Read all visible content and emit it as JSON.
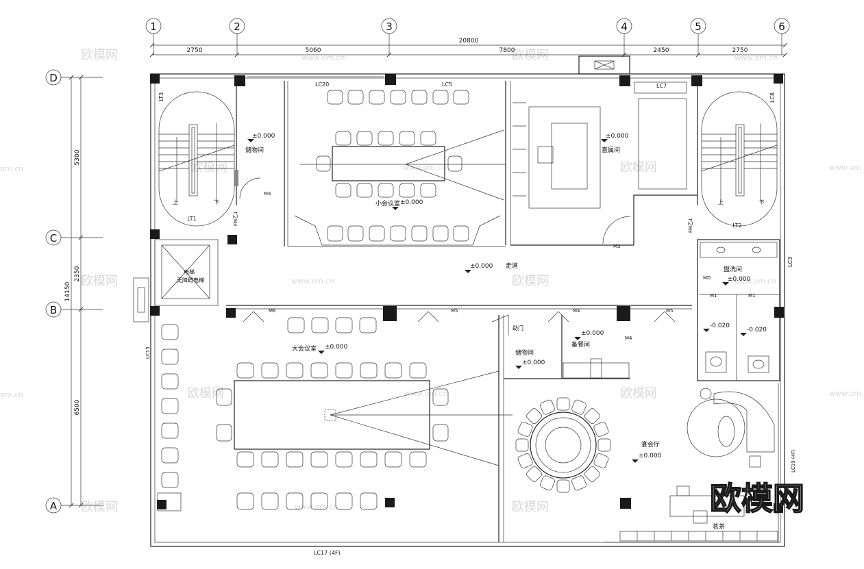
{
  "grid": {
    "columns": [
      "1",
      "2",
      "3",
      "4",
      "5",
      "6"
    ],
    "rows": [
      "D",
      "C",
      "B",
      "A"
    ]
  },
  "dimensions": {
    "top_total": "20800",
    "top_segments": [
      "2750",
      "5060",
      "7800",
      "2450",
      "2750"
    ],
    "left_total": "14150",
    "left_segments": [
      "5300",
      "2350",
      "6500"
    ]
  },
  "rooms": {
    "storage_top": "储物间",
    "small_meeting": "小会议室",
    "office_right": "直属间",
    "corridor": "走道",
    "restroom": "盥洗间",
    "large_meeting": "大会议室",
    "storage_bottom": "储物间",
    "pantry": "备餐间",
    "banquet": "宴会厅",
    "tea": "茗茶",
    "elevator": "电梯",
    "elevator_sub": "无障碍电梯",
    "assist": "助门"
  },
  "levels": {
    "zero": "±0.000",
    "minus": "-0.020"
  },
  "labels": {
    "lc20": "LC20",
    "lc5": "LC5",
    "lc7": "LC7",
    "lc8": "LC8",
    "lc3": "LC3",
    "lc15": "LC15",
    "lc17": "LC17 (4F)",
    "lc19": "LC19 (4F)",
    "lt1": "LT1",
    "lt2": "LT2",
    "lt3": "LT3",
    "m4": "M4",
    "m3": "M3",
    "m5": "M5",
    "m6": "M6",
    "m1": "M1",
    "md": "MD",
    "fm": "FM乙1",
    "up": "上",
    "down": "下"
  },
  "watermark": {
    "text": "欧模网",
    "url": "www.om.cn",
    "partial_url": "om.cn"
  },
  "logo": {
    "text": "欧模网"
  }
}
